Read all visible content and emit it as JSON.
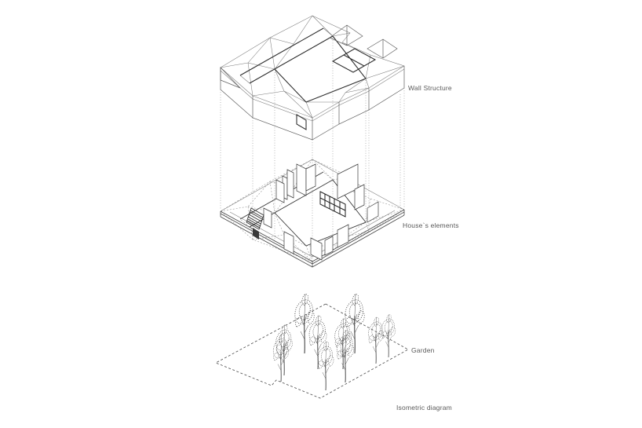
{
  "diagram": {
    "type": "exploded-isometric-architecture",
    "caption": "Isometric diagram",
    "layers": [
      {
        "id": "wall-structure",
        "label": "Wall Structure"
      },
      {
        "id": "house-elements",
        "label": "House`s elements"
      },
      {
        "id": "garden",
        "label": "Garden",
        "tree_count": 10
      }
    ],
    "colors": {
      "background": "#ffffff",
      "line": "#7a7a7a",
      "dark_line": "#2c2c2c",
      "dashed_line": "#8f8f8f",
      "label_text": "#595959"
    }
  }
}
